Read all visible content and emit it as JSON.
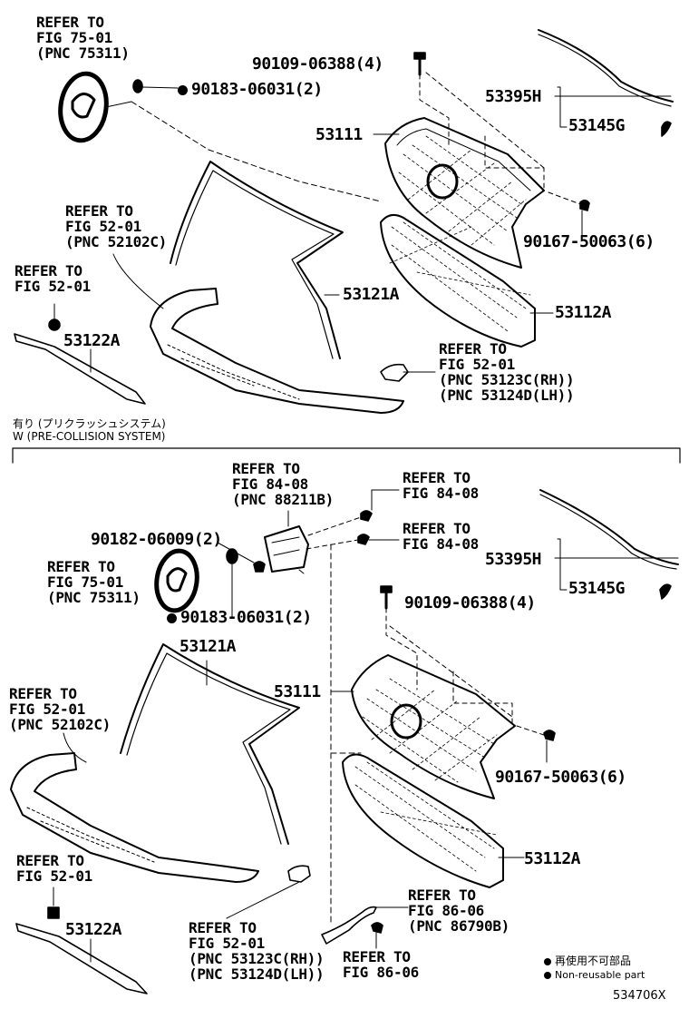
{
  "section_top": {
    "ref_emblem": [
      "REFER TO",
      "FIG 75-01",
      "(PNC 75311)"
    ],
    "screw_qty": "90109-06388(4)",
    "nonreusable_nut": "90183-06031(2)",
    "molding": "53395H",
    "clip": "53145G",
    "grille_upper": "53111",
    "clip_nut": "90167-50063(6)",
    "ref_bumper": [
      "REFER TO",
      "FIG 52-01",
      "(PNC 52102C)"
    ],
    "ref_bumper2": [
      "REFER TO",
      "FIG 52-01"
    ],
    "grille_lower_molding": "53121A",
    "grille_lower": "53112A",
    "spoiler": "53122A",
    "ref_side": [
      "REFER TO",
      "FIG 52-01",
      "(PNC 53123C(RH))",
      "(PNC 53124D(LH))"
    ]
  },
  "divider": {
    "jp": "有り (プリクラッシュシステム)",
    "en": "W (PRE-COLLISION SYSTEM)"
  },
  "section_bottom": {
    "ref_sensor": [
      "REFER TO",
      "FIG 84-08",
      "(PNC 88211B)"
    ],
    "ref_8408a": [
      "REFER TO",
      "FIG 84-08"
    ],
    "ref_8408b": [
      "REFER TO",
      "FIG 84-08"
    ],
    "bolt": "90182-06009(2)",
    "ref_emblem": [
      "REFER TO",
      "FIG 75-01",
      "(PNC 75311)"
    ],
    "nonreusable_nut": "90183-06031(2)",
    "molding": "53395H",
    "clip": "53145G",
    "screw_qty": "90109-06388(4)",
    "grille_lower_molding": "53121A",
    "grille_upper": "53111",
    "ref_bumper": [
      "REFER TO",
      "FIG 52-01",
      "(PNC 52102C)"
    ],
    "clip_nut": "90167-50063(6)",
    "grille_lower": "53112A",
    "ref_bumper2": [
      "REFER TO",
      "FIG 52-01"
    ],
    "ref_harness": [
      "REFER TO",
      "FIG 86-06",
      "(PNC 86790B)"
    ],
    "spoiler": "53122A",
    "ref_side": [
      "REFER TO",
      "FIG 52-01",
      "(PNC 53123C(RH))",
      "(PNC 53124D(LH))"
    ],
    "ref_8606": [
      "REFER TO",
      "FIG 86-06"
    ]
  },
  "legend": {
    "jp": "再使用不可部品",
    "en": "Non-reusable part"
  },
  "figure_id": "534706X"
}
